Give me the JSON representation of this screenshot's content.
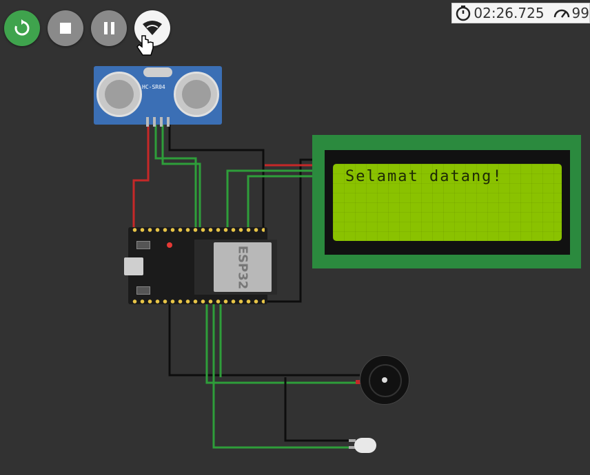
{
  "toolbar": {
    "restart": "restart",
    "stop": "stop",
    "pause": "pause",
    "wifi": "wifi"
  },
  "status": {
    "timer": "02:26.725",
    "speed": "99"
  },
  "sensor": {
    "model": "HC-SR04"
  },
  "board": {
    "shield_text": "ESP32"
  },
  "lcd": {
    "line1": "Selamat datang!"
  },
  "colors": {
    "restart": "#3fa34d",
    "lcd_bg": "#8ac200",
    "lcd_pcb": "#2b8a3e",
    "wire_green": "#2e9e3a",
    "wire_red": "#c62828",
    "wire_black": "#0d0d0d"
  }
}
